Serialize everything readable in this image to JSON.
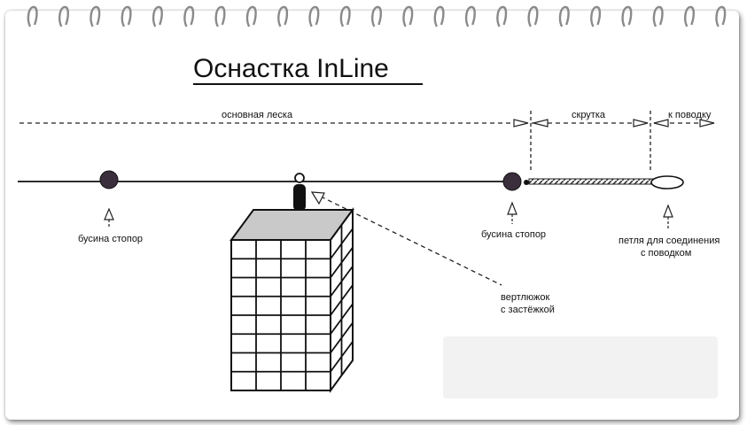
{
  "title": "Оснастка InLine",
  "labels": {
    "main_line": "основная леска",
    "twist": "скрутка",
    "to_leader": "к поводку",
    "bead_left": "бусина стопор",
    "bead_right": "бусина стопор",
    "loop_line1": "петля для соединения",
    "loop_line2": "с поводком",
    "swivel_line1": "вертлюжок",
    "swivel_line2": "с застёжкой"
  },
  "colors": {
    "ink": "#111111",
    "bead": "#3a2e3c",
    "sinker_top": "#c9c9c9",
    "paper": "#ffffff"
  }
}
